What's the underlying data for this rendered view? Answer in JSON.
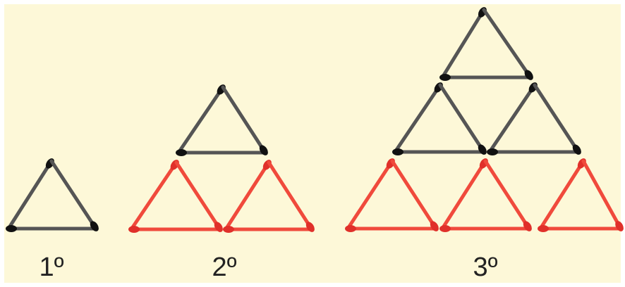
{
  "colors": {
    "background": "#fdf8d8",
    "frame": "#ffffff",
    "gray_match": "#555555",
    "gray_head": "#111111",
    "red_match": "#f04a3c",
    "red_head": "#e0302a",
    "label": "#222222"
  },
  "stages": [
    {
      "label": "1º",
      "gray_triangles": 1,
      "red_triangles": 0
    },
    {
      "label": "2º",
      "gray_triangles": 1,
      "red_triangles": 2
    },
    {
      "label": "3º",
      "gray_triangles": 3,
      "red_triangles": 3
    }
  ]
}
